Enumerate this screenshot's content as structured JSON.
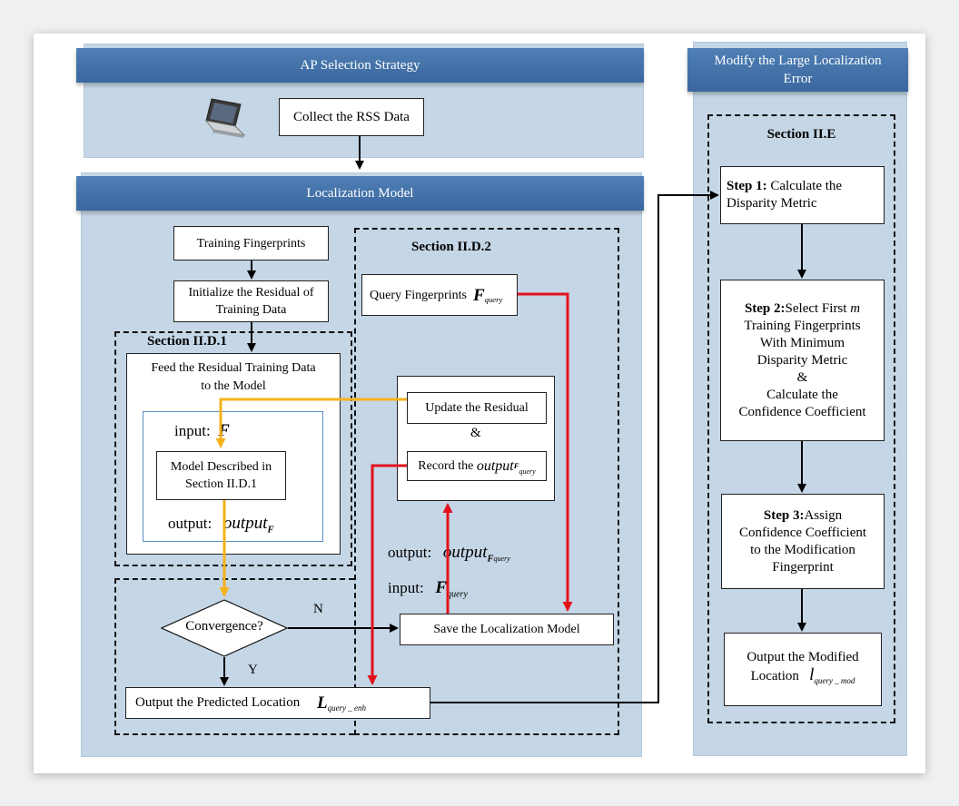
{
  "ap_panel": {
    "title": "AP Selection Strategy",
    "collect": "Collect the RSS Data"
  },
  "loc_panel": {
    "title": "Localization Model",
    "training": "Training Fingerprints",
    "init_line1": "Initialize the Residual of",
    "init_line2": "Training Data",
    "section_d1": "Section II.D.1",
    "section_d2": "Section II.D.2",
    "feed_line1": "Feed the Residual Training Data",
    "feed_line2": "to the Model",
    "input_label": "input:",
    "input_var": "F",
    "model_line1": "Model Described in",
    "model_line2": "Section II.D.1",
    "output_label": "output:",
    "output_var": "output",
    "output_sub": "F",
    "query_label": "Query Fingerprints",
    "query_var": "F",
    "query_sub": "query",
    "update": "Update the Residual",
    "amp": "&",
    "record": "Record the",
    "record_var": "output",
    "record_sub": "F",
    "record_subsub": "query",
    "out2_label": "output:",
    "out2_var": "output",
    "out2_sub": "F",
    "out2_subsub": "query",
    "in2_label": "input:",
    "in2_var": "F",
    "in2_sub": "query",
    "convergence": "Convergence?",
    "n_label": "N",
    "y_label": "Y",
    "save": "Save the Localization Model",
    "predicted": "Output the Predicted Location",
    "pred_var": "L",
    "pred_sub": "query _ enh"
  },
  "modify_panel": {
    "title_line1": "Modify the Large Localization",
    "title_line2": "Error",
    "section_e": "Section II.E",
    "step1_bold": "Step 1:",
    "step1_a": " Calculate the",
    "step1_b": "Disparity Metric",
    "step2_bold": "Step 2:",
    "step2_a": "Select First ",
    "step2_m": "m",
    "step2_lines": [
      "Training Fingerprints",
      "With Minimum",
      "Disparity Metric",
      "&",
      "Calculate the",
      "Confidence Coefficient"
    ],
    "step3_bold": "Step 3:",
    "step3_a": "Assign",
    "step3_lines": [
      "Confidence Coefficient",
      "to the Modification",
      "Fingerprint"
    ],
    "out_line1": "Output the Modified",
    "out_line2": "Location",
    "out_var": "l",
    "out_sub": "query _ mod"
  },
  "colors": {
    "banner": "#3f6fa8",
    "panel": "#c5d6e6",
    "orange_arrow": "#f5b21b",
    "red_arrow": "#e2121c"
  }
}
